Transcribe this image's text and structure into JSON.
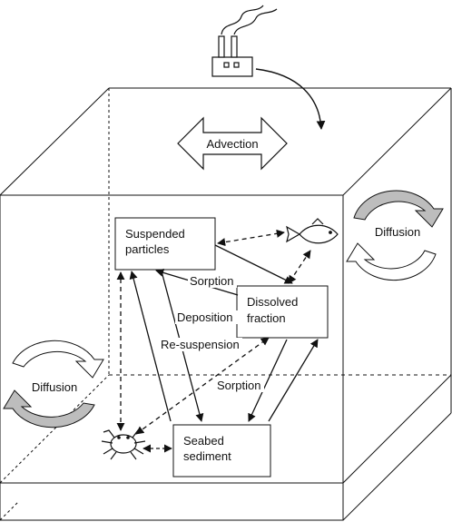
{
  "labels": {
    "advection": "Advection",
    "diffusion_right": "Diffusion",
    "diffusion_left": "Diffusion",
    "suspended_line1": "Suspended",
    "suspended_line2": "particles",
    "dissolved_line1": "Dissolved",
    "dissolved_line2": "fraction",
    "seabed_line1": "Seabed",
    "seabed_line2": "sediment",
    "sorption_upper": "Sorption",
    "deposition": "Deposition",
    "resuspension": "Re-suspension",
    "sorption_lower": "Sorption"
  },
  "icons": {
    "factory": "factory-icon",
    "fish": "fish-icon",
    "crab": "crab-icon",
    "circular_arrows": "circular-arrows-icon",
    "double_arrow": "double-headed-arrow-icon"
  },
  "colors": {
    "line": "#111111",
    "arrow_fill_gray": "#bdbdbd",
    "box_fill": "#ffffff"
  }
}
